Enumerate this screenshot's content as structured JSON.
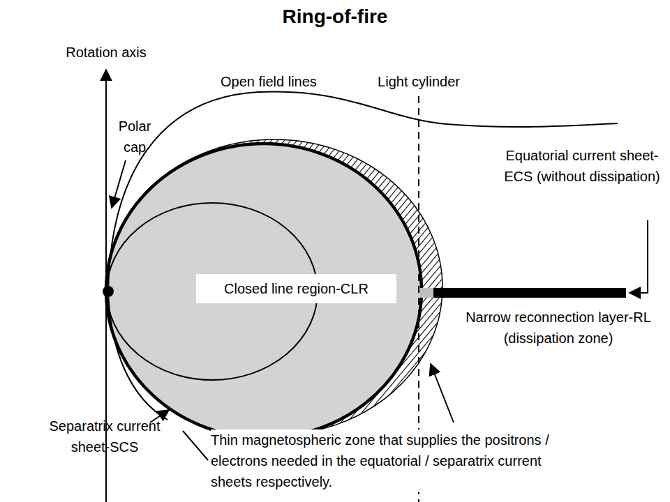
{
  "diagram": {
    "title": "Ring-of-fire",
    "nodes": [
      {
        "text": [
          "Closed line region-CLR"
        ]
      }
    ],
    "labels": [
      "Rotation axis",
      "Open field lines",
      "Light cylinder",
      "Polar cap",
      "Equatorial current sheet-ECS (without dissipation)",
      "Narrow reconnection layer-RL (dissipation zone)",
      "Separatrix current sheet-SCS",
      "Thin magnetospheric zone that supplies the positrons / electrons needed in the equatorial / separatrix current sheets respectively."
    ]
  }
}
